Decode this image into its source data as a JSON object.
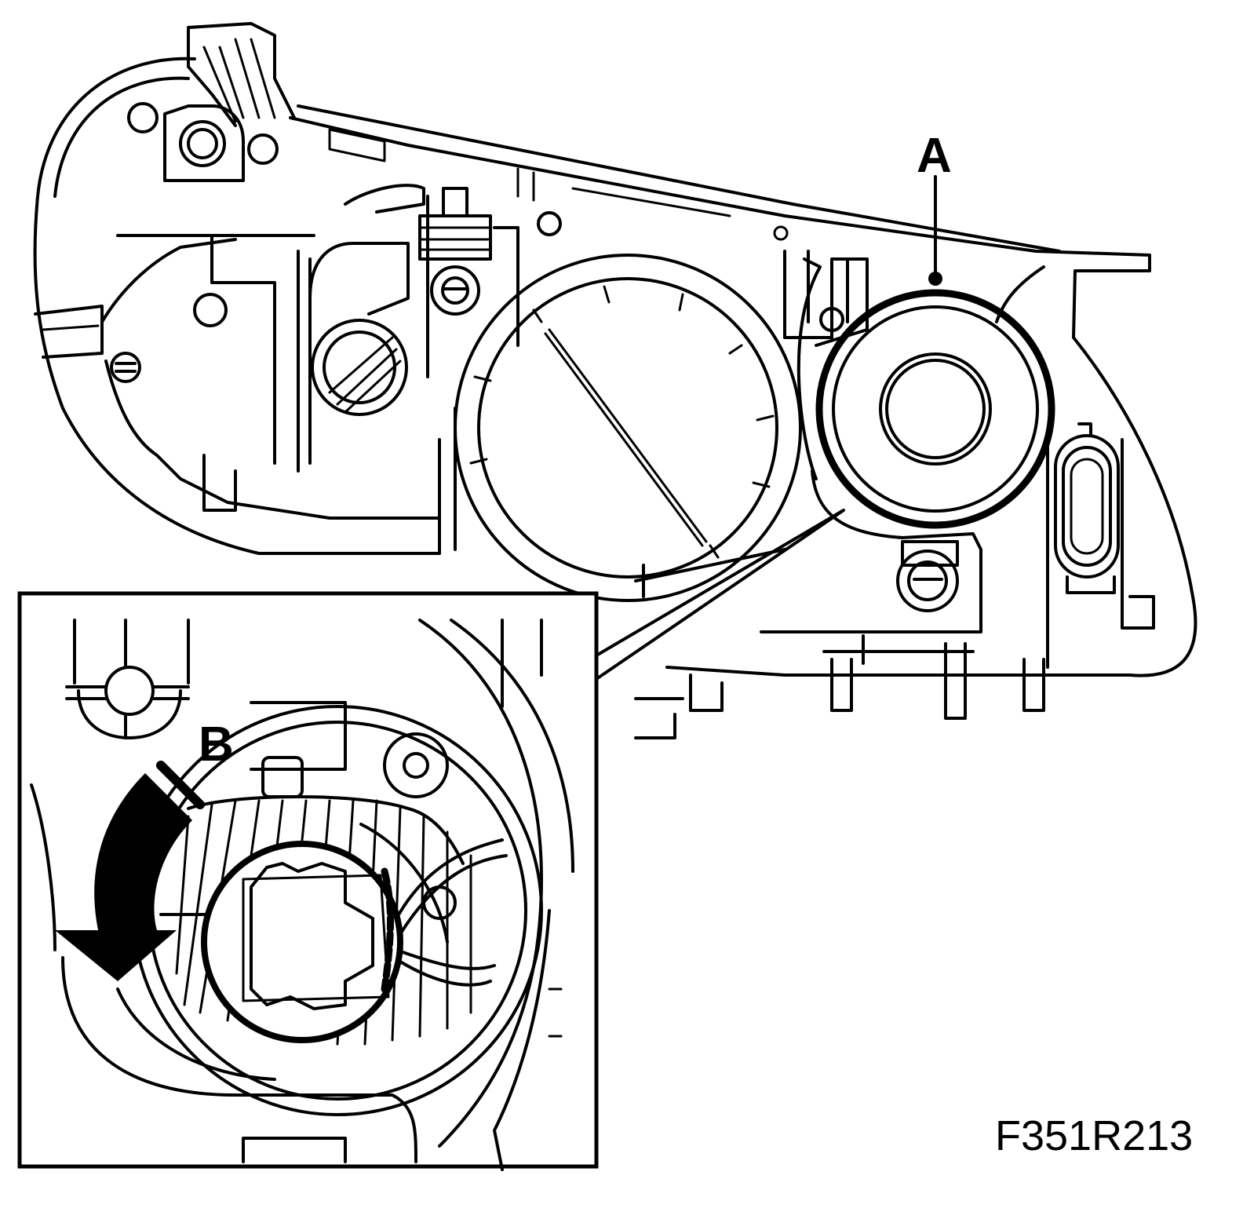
{
  "figure": {
    "id": "F351R213"
  },
  "callouts": {
    "a": "A",
    "b": "B"
  },
  "colors": {
    "ink": "#000000",
    "paper": "#ffffff"
  },
  "icons": {
    "rotation_arrow": "curved-arrow-counterclockwise-icon"
  }
}
